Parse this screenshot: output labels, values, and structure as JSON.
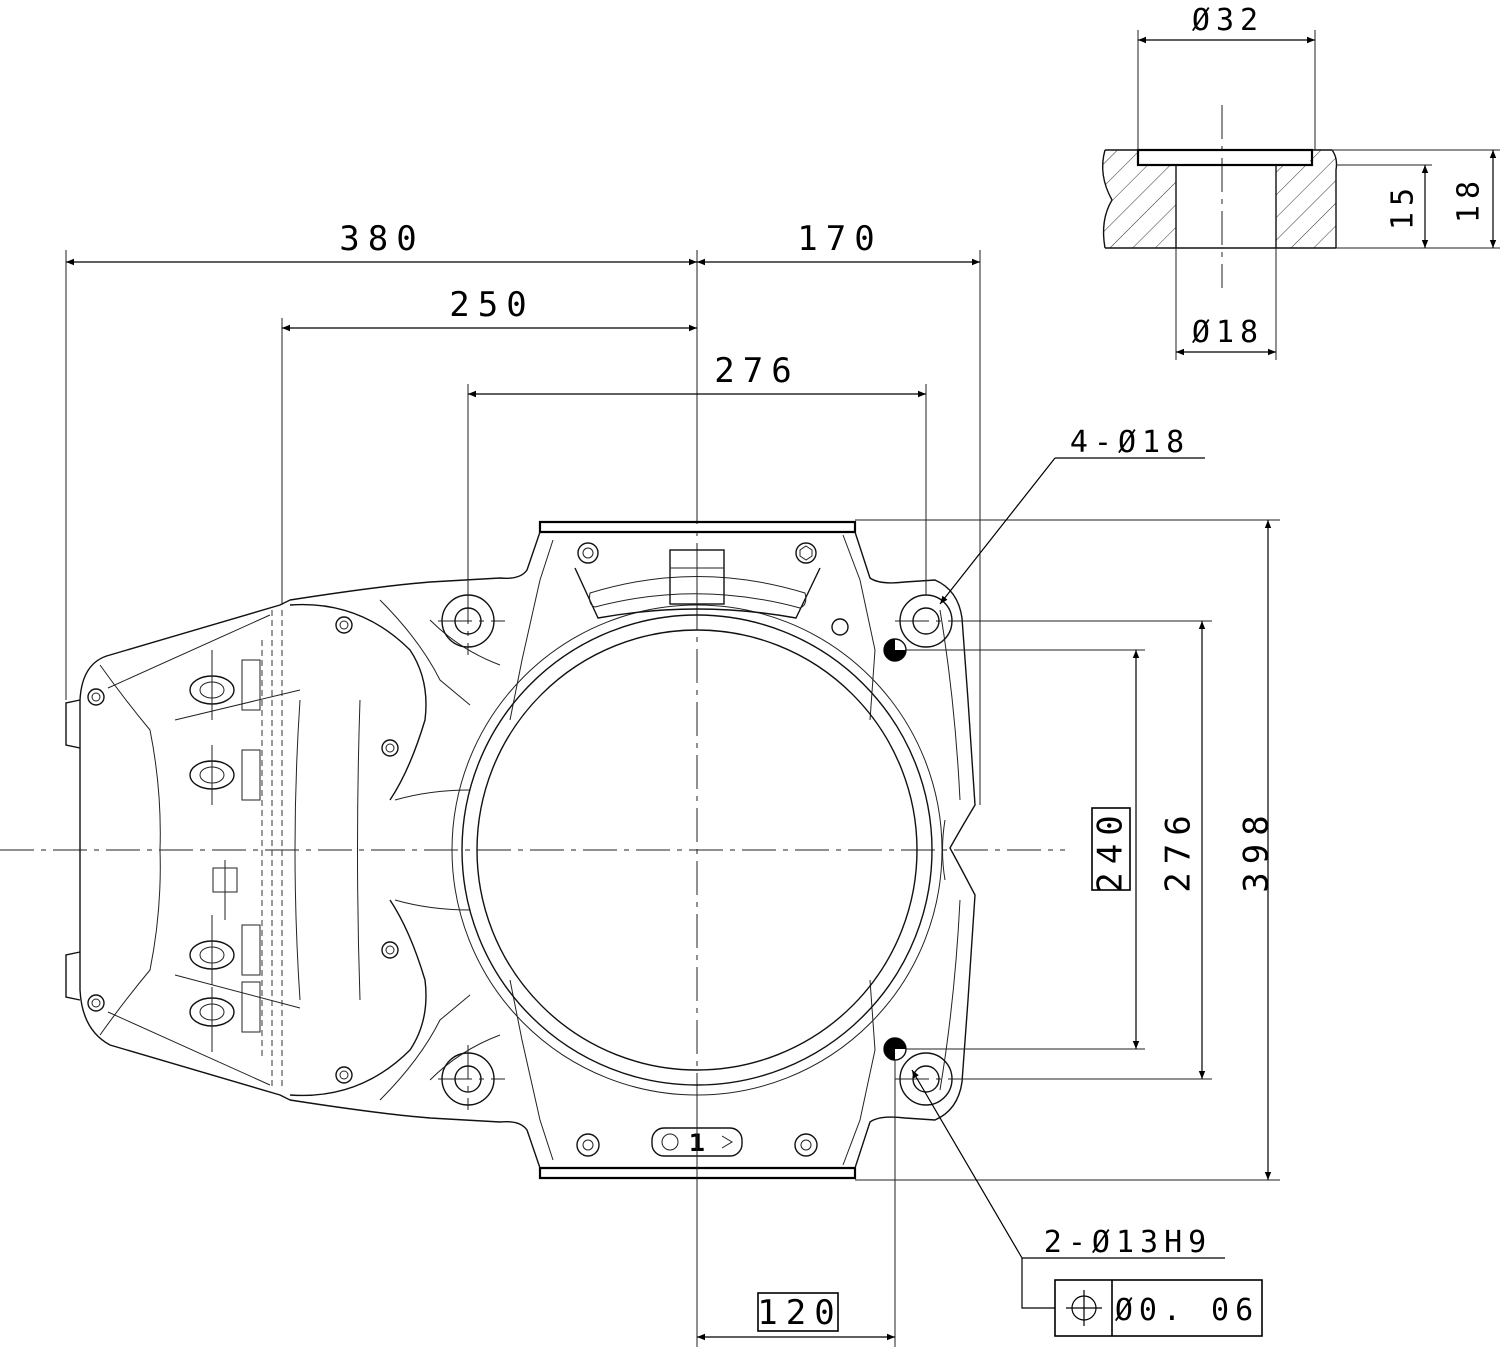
{
  "dimensions": {
    "overall_left": "380",
    "overall_right": "170",
    "edge_to_center": "250",
    "hole_pitch_horizontal": "276",
    "bolt_holes": "4-Ø18",
    "pin_spacing_boxed": "240",
    "hole_pitch_vertical": "276",
    "overall_height": "398",
    "pin_holes": "2-Ø13H9",
    "pin_offset_boxed": "120",
    "counterbore_dia": "Ø32",
    "through_hole_dia": "Ø18",
    "counterbore_depth_15": "15",
    "counterbore_depth_18": "18"
  },
  "tolerance_frame": {
    "symbol": "position",
    "value": "Ø0. 06"
  },
  "panel_label": "1"
}
